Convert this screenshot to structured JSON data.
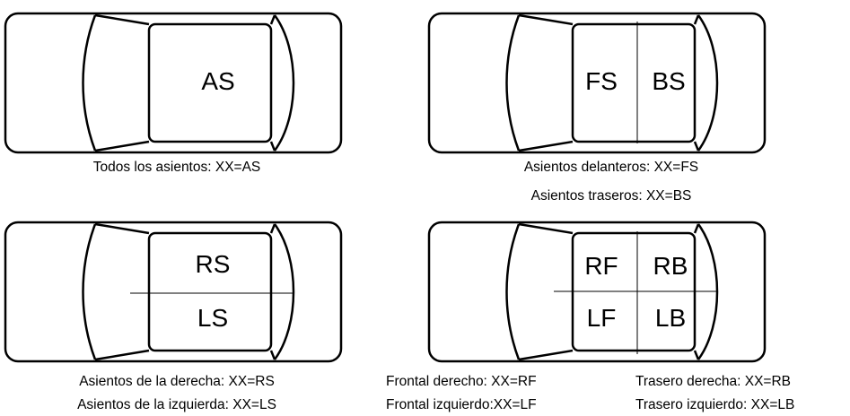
{
  "panels": [
    {
      "id": "all-seats",
      "seats": {
        "all": "AS"
      },
      "captions": [
        "Todos los asientos: XX=AS"
      ]
    },
    {
      "id": "front-back",
      "seats": {
        "front": "FS",
        "back": "BS"
      },
      "captions": [
        "Asientos delanteros: XX=FS",
        "Asientos traseros: XX=BS"
      ]
    },
    {
      "id": "right-left",
      "seats": {
        "right": "RS",
        "left": "LS"
      },
      "captions": [
        "Asientos de la derecha: XX=RS",
        "Asientos de la izquierda: XX=LS"
      ]
    },
    {
      "id": "quadrants",
      "seats": {
        "rf": "RF",
        "rb": "RB",
        "lf": "LF",
        "lb": "LB"
      },
      "captions": [
        "Frontal derecho: XX=RF",
        "Frontal izquierdo:XX=LF",
        "Trasero derecha: XX=RB",
        "Trasero izquierdo: XX=LB"
      ]
    }
  ]
}
